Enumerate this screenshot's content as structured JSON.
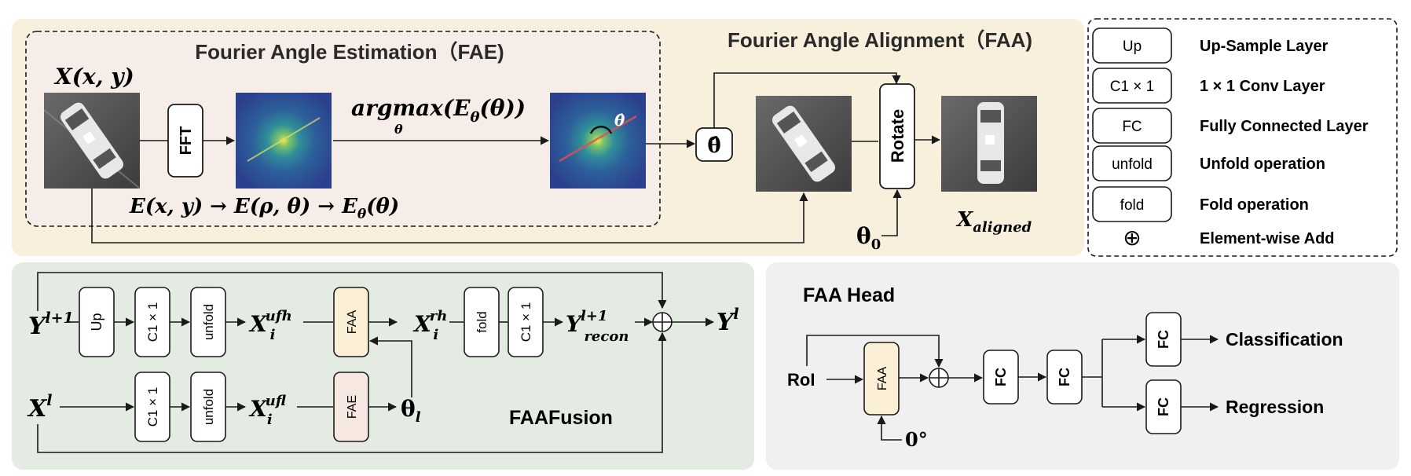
{
  "colors": {
    "faa_panel": "#f8f0dc",
    "fae_panel": "#f6ece8",
    "fusion_panel": "#e3ebe3",
    "head_panel": "#f0f0f0",
    "faa_block": "#fbefd6",
    "fae_block": "#f6e7e1",
    "line": "#1a1a1a"
  },
  "top": {
    "fae_title": "Fourier Angle Estimation（FAE)",
    "faa_title": "Fourier Angle Alignment（FAA)",
    "input_label": "X(x, y)",
    "fft_label": "FFT",
    "argmax_label": "argmax(E_θ(θ))",
    "argmax_sub": "θ",
    "polar_chain": "E(x, y) → E(ρ, θ) → E_θ(θ)",
    "theta_hat": "θ̂",
    "spectrum_theta_hat": "θ̂",
    "rotate_label": "Rotate",
    "theta0_label": "θ0",
    "aligned_label": "X_aligned"
  },
  "legend": {
    "items": [
      {
        "symbol": "Up",
        "desc": "Up-Sample Layer"
      },
      {
        "symbol": "C1 × 1",
        "desc": "1 × 1 Conv Layer"
      },
      {
        "symbol": "FC",
        "desc": "Fully Connected Layer"
      },
      {
        "symbol": "unfold",
        "desc": "Unfold operation"
      },
      {
        "symbol": "fold",
        "desc": "Fold operation"
      },
      {
        "symbol": "⊕",
        "desc": "Element-wise Add"
      }
    ]
  },
  "fusion": {
    "title": "FAAFusion",
    "y_in": "Y^l+1",
    "x_in": "X^l",
    "up": "Up",
    "conv1": "C1 × 1",
    "unfold1": "unfold",
    "x_ufh": "X_i^ufh",
    "faa": "FAA",
    "x_rh": "X_i^rh",
    "fold": "fold",
    "conv2": "C1 × 1",
    "y_recon": "Y_recon^l+1",
    "y_out": "Y^l",
    "conv3": "C1 × 1",
    "unfold2": "unfold",
    "x_ufl": "X_i^ufl",
    "fae": "FAE",
    "theta_l": "θ_l"
  },
  "head": {
    "title": "FAA Head",
    "roi": "RoI",
    "faa": "FAA",
    "zero_deg": "0°",
    "fc1": "FC",
    "fc2": "FC",
    "fc3": "FC",
    "fc4": "FC",
    "cls": "Classification",
    "reg": "Regression"
  }
}
